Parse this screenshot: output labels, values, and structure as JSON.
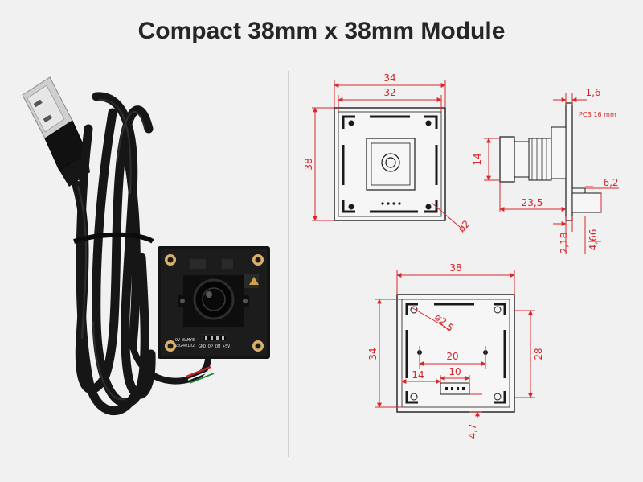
{
  "title": "Compact 38mm x 38mm Module",
  "photo": {
    "board_silk_line1": "OV-8AMYE",
    "board_silk_line2": "20240102",
    "board_silk_line3": "GND DP DM +5V"
  },
  "top_view": {
    "outer_width": "34",
    "inner_width": "32",
    "height": "38",
    "hole": "ø2"
  },
  "side_view": {
    "pcb_thickness": "1,6",
    "pcb_note": "PCB 16 mm",
    "lens_height": "14",
    "depth": "23,5",
    "connector": "6,2",
    "offset_a": "2,18",
    "offset_b": "4,66"
  },
  "bottom_view": {
    "width": "38",
    "height_left": "34",
    "height_right": "28",
    "hole": "ø2,5",
    "hole_spacing": "20",
    "conn_offset": "14",
    "conn_width": "10",
    "conn_height": "4,7"
  },
  "colors": {
    "dimension": "#d8262a",
    "pcb": "#141414",
    "background": "#f1f1f1"
  }
}
